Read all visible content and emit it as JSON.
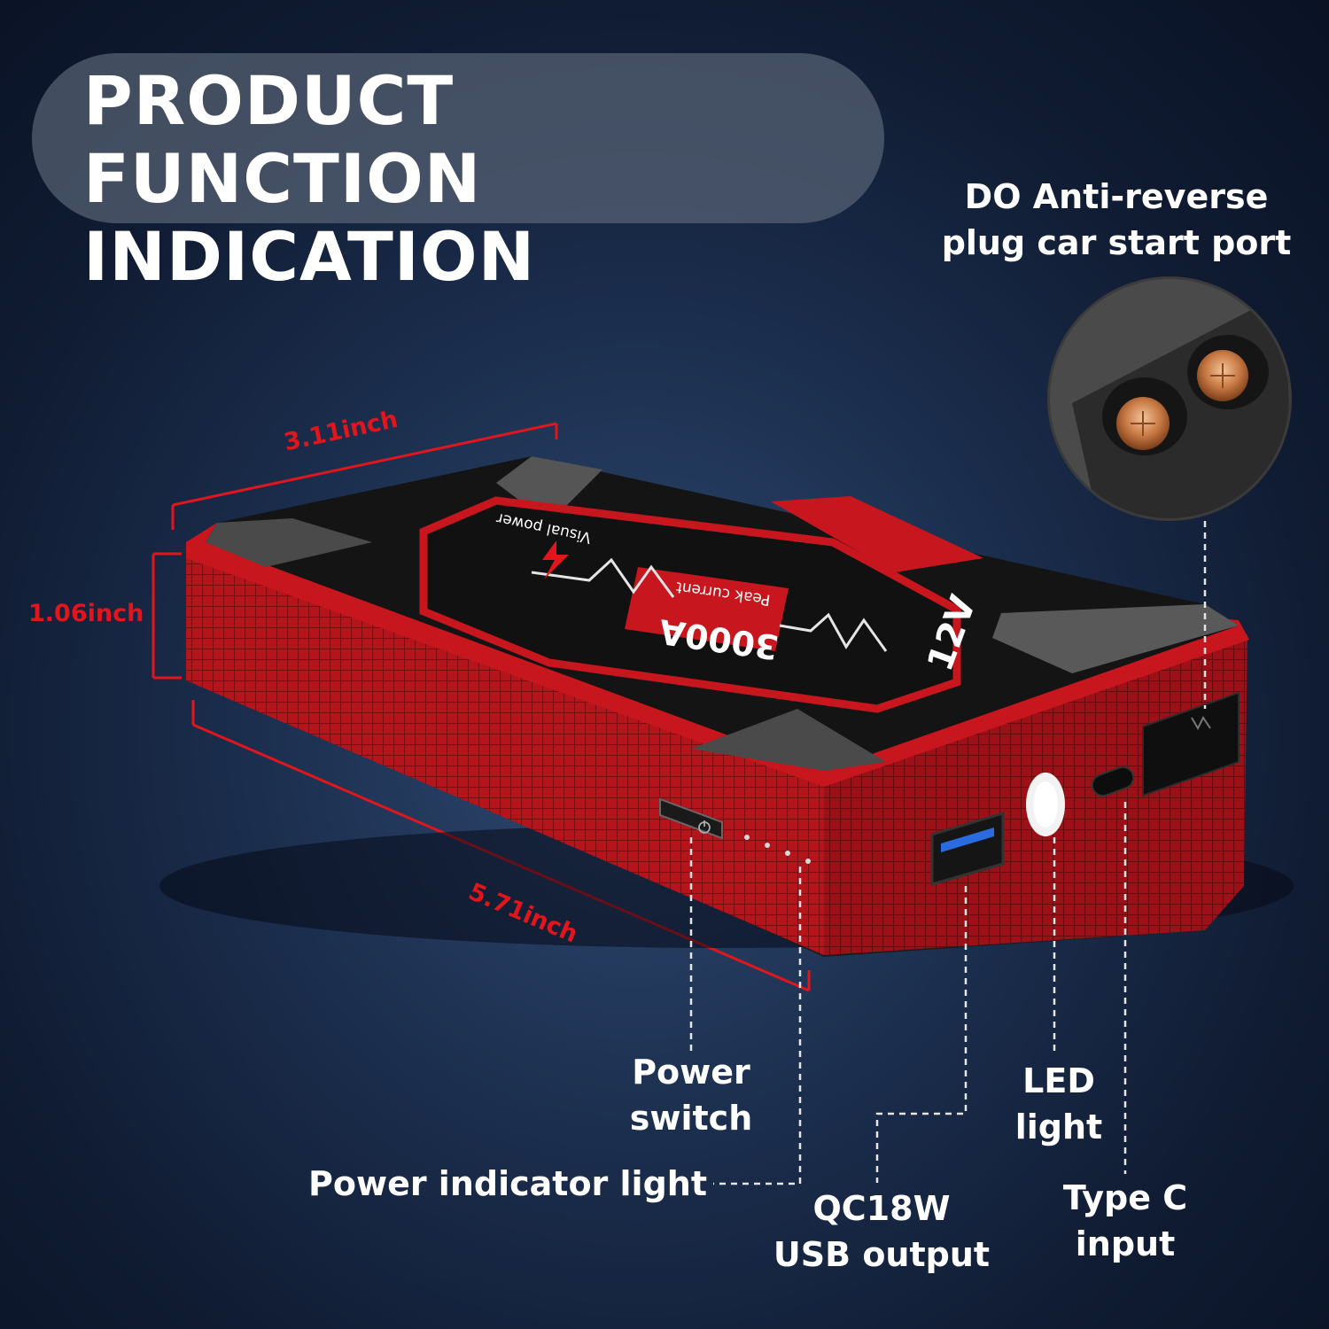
{
  "header": {
    "title_line1": "PRODUCT FUNCTION",
    "title_line2": "INDICATION"
  },
  "callouts": {
    "car_port": {
      "line1": "DO Anti-reverse",
      "line2": "plug car start port"
    },
    "power_switch": {
      "line1": "Power",
      "line2": "switch"
    },
    "indicator": "Power indicator light",
    "usb": {
      "line1": "QC18W",
      "line2": "USB output"
    },
    "led": {
      "line1": "LED",
      "line2": "light"
    },
    "type_c": {
      "line1": "Type C",
      "line2": "input"
    }
  },
  "dimensions": {
    "width": "3.11inch",
    "height": "1.06inch",
    "length": "5.71inch"
  },
  "device_print": {
    "peak_value": "3000A",
    "peak_label": "Peak current",
    "brand_text": "Visual power",
    "voltage": "12V"
  },
  "colors": {
    "accent_red": "#e0161c",
    "body_red": "#b3121a",
    "top_black": "#141414",
    "background": "#1c2f4f"
  },
  "icons": [
    "power-icon",
    "lightning-icon",
    "usb-port",
    "type-c-port",
    "car-start-port"
  ]
}
